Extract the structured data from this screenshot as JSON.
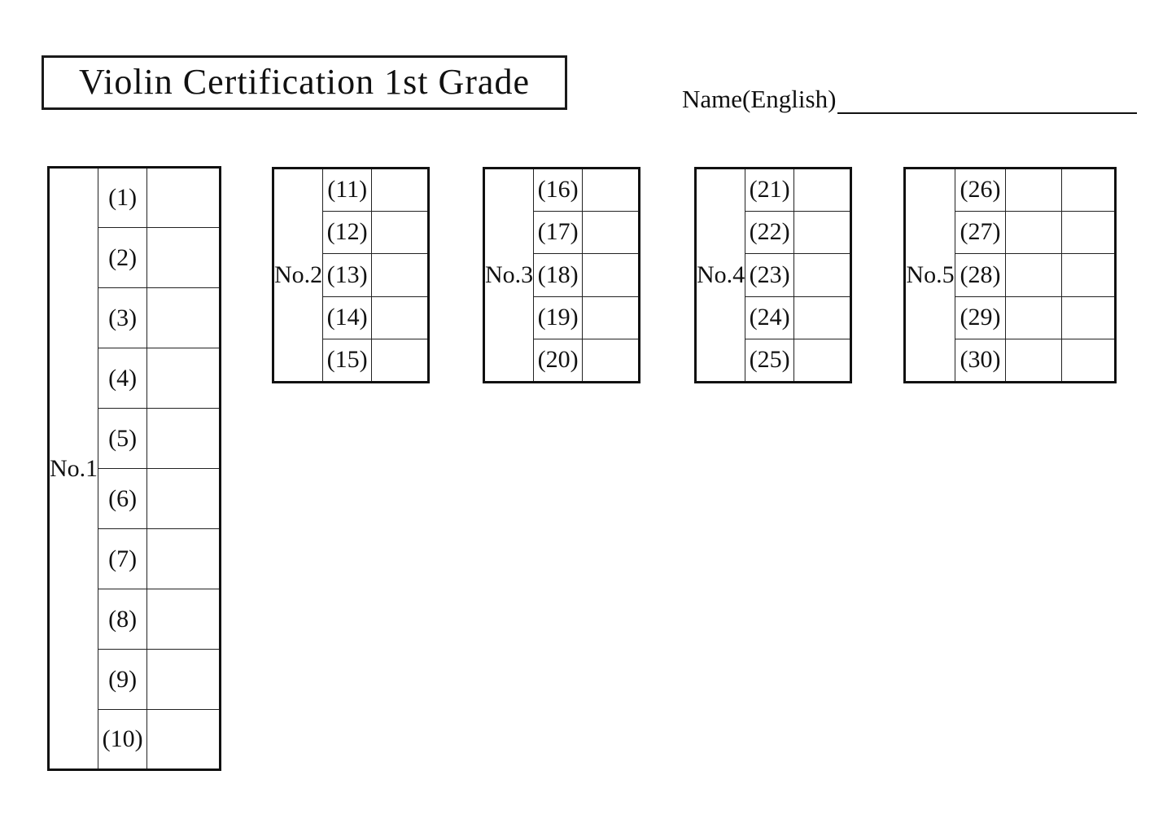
{
  "page": {
    "title": "Violin Certification 1st Grade",
    "name_label": "Name(English)"
  },
  "colors": {
    "ink": "#111111",
    "border_outer": "#111111",
    "border_inner": "#222222",
    "background": "#ffffff"
  },
  "tables": [
    {
      "group": "No.1",
      "answer_columns": 1,
      "rows": [
        "(1)",
        "(2)",
        "(3)",
        "(4)",
        "(5)",
        "(6)",
        "(7)",
        "(8)",
        "(9)",
        "(10)"
      ]
    },
    {
      "group": "No.2",
      "answer_columns": 1,
      "rows": [
        "(11)",
        "(12)",
        "(13)",
        "(14)",
        "(15)"
      ]
    },
    {
      "group": "No.3",
      "answer_columns": 1,
      "rows": [
        "(16)",
        "(17)",
        "(18)",
        "(19)",
        "(20)"
      ]
    },
    {
      "group": "No.4",
      "answer_columns": 1,
      "rows": [
        "(21)",
        "(22)",
        "(23)",
        "(24)",
        "(25)"
      ]
    },
    {
      "group": "No.5",
      "answer_columns": 2,
      "rows": [
        "(26)",
        "(27)",
        "(28)",
        "(29)",
        "(30)"
      ]
    }
  ]
}
